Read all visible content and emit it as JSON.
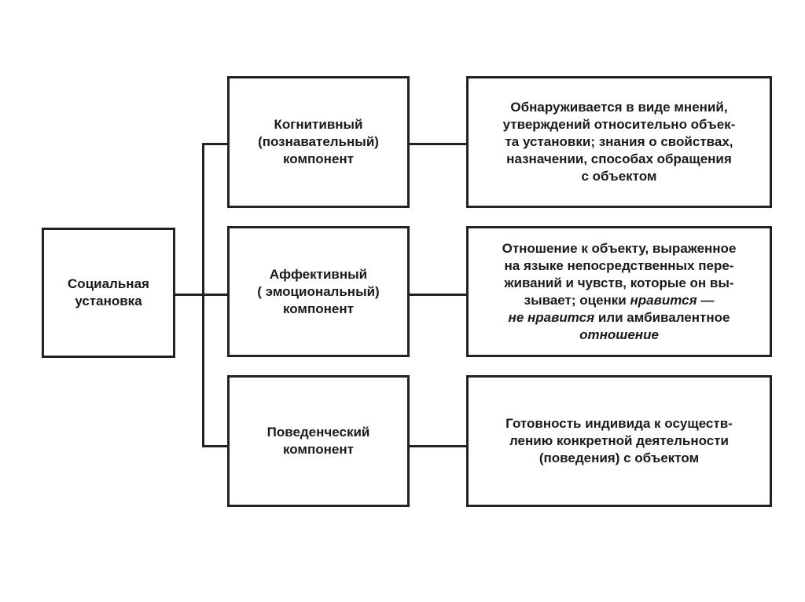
{
  "root": {
    "label": "Социальная\nустановка"
  },
  "components": [
    {
      "label": "Когнитивный\n(познавательный)\nкомпонент",
      "description": "Обнаруживается в виде мнений,\nутверждений относительно объек-\nта установки; знания о свойствах,\nназначении, способах обращения\nс объектом"
    },
    {
      "label": "Аффективный\n( эмоциональный)\nкомпонент",
      "description_parts": {
        "a": "Отношение к объекту, выраженное\nна языке непосредственных пере-\nживаний и чувств, которые он вы-\nзывает; оценки ",
        "b": "нравится —\nне нравится",
        "c": " или амбивалентное\n",
        "d": "отношение"
      }
    },
    {
      "label": "Поведенческий\nкомпонент",
      "description": "Готовность индивида к осуществ-\nлению конкретной деятельности\n(поведения) с объектом"
    }
  ]
}
